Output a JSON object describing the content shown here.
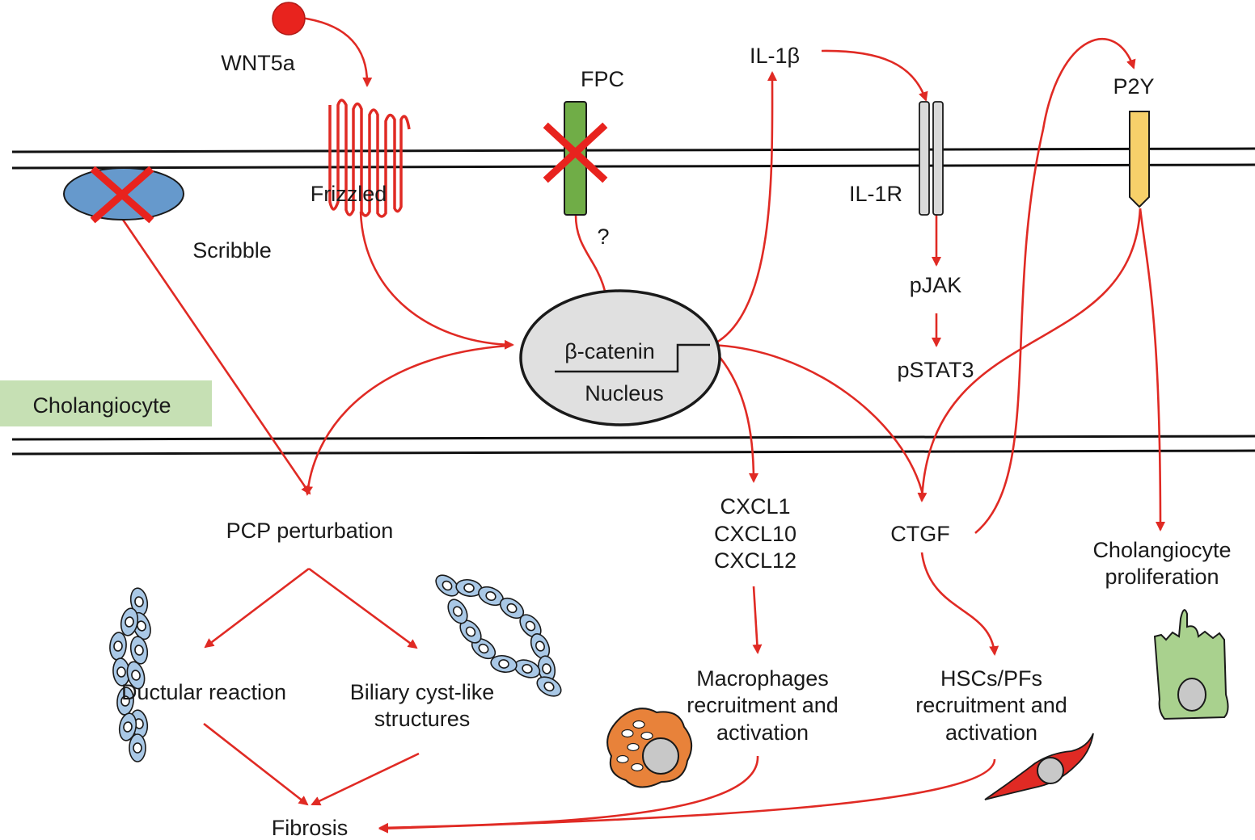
{
  "labels": {
    "wnt5a": "WNT5a",
    "fpc": "FPC",
    "il1b": "IL-1β",
    "p2y": "P2Y",
    "frizzled": "Frizzled",
    "il1r": "IL-1R",
    "scribble": "Scribble",
    "question": "?",
    "pjak": "pJAK",
    "pstat3": "pSTAT3",
    "beta_catenin": "β-catenin",
    "nucleus": "Nucleus",
    "cholangiocyte_tag": "Cholangiocyte",
    "pcp_perturbation": "PCP perturbation",
    "cxcl1": "CXCL1",
    "cxcl10": "CXCL10",
    "cxcl12": "CXCL12",
    "ctgf": "CTGF",
    "cholangiocyte_proliferation_1": "Cholangiocyte",
    "cholangiocyte_proliferation_2": "proliferation",
    "ductular_reaction": "Ductular reaction",
    "biliary_cyst_1": "Biliary cyst-like",
    "biliary_cyst_2": "structures",
    "macrophages_1": "Macrophages",
    "macrophages_2": "recruitment and",
    "macrophages_3": "activation",
    "hscs_1": "HSCs/PFs",
    "hscs_2": "recruitment and",
    "hscs_3": "activation",
    "fibrosis": "Fibrosis"
  },
  "colors": {
    "arrow": "#e02a24",
    "x_mark": "#e8231e",
    "scribble_fill": "#6699cc",
    "fpc_fill": "#70ad47",
    "p2y_fill": "#f7d06a",
    "il1r_fill": "#d9d9d9",
    "nucleus_fill": "#e0e0e0",
    "cholangiocyte_tag_fill": "#c6e0b4",
    "duct_cell_fill": "#a9c8e6",
    "macrophage_fill": "#e8823a",
    "stellate_fill": "#e02a24",
    "proliferating_cell_fill": "#a9d18e"
  }
}
